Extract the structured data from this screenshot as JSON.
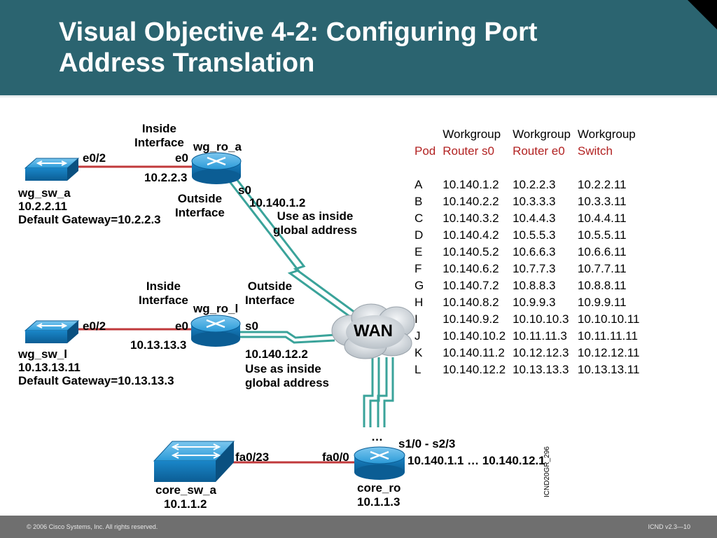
{
  "slide": {
    "title_line1": "Visual Objective 4-2: Configuring Port",
    "title_line2": "Address Translation"
  },
  "topology": {
    "top": {
      "inside_interface": [
        "Inside",
        "Interface"
      ],
      "router_name": "wg_ro_a",
      "e0_label": "e0",
      "router_ip": "10.2.2.3",
      "switch_port": "e0/2",
      "switch_name": "wg_sw_a",
      "switch_ip": "10.2.2.11",
      "switch_gateway": "Default Gateway=10.2.2.3",
      "outside_interface": [
        "Outside",
        "Interface"
      ],
      "s0_label": "s0",
      "s0_ip": "10.140.1.2",
      "use_as": [
        "Use as inside",
        "global address"
      ]
    },
    "middle": {
      "inside_interface": [
        "Inside",
        "Interface"
      ],
      "outside_interface": [
        "Outside",
        "Interface"
      ],
      "router_name": "wg_ro_l",
      "e0_label": "e0",
      "s0_label": "s0",
      "router_ip": "10.13.13.3",
      "switch_port": "e0/2",
      "switch_name": "wg_sw_l",
      "switch_ip": "10.13.13.11",
      "switch_gateway": "Default Gateway=10.13.13.3",
      "s0_ip": "10.140.12.2",
      "use_as": [
        "Use as inside",
        "global address"
      ]
    },
    "wan_label": "WAN",
    "ellipsis": "…",
    "core": {
      "serial_range": "s1/0 - s2/3",
      "ip_range": "10.140.1.1 … 10.140.12.1",
      "router_port": "fa0/0",
      "router_name": "core_ro",
      "router_ip": "10.1.1.3",
      "switch_port": "fa0/23",
      "switch_name": "core_sw_a",
      "switch_ip": "10.1.1.2"
    },
    "side_code": "ICND20GR_296"
  },
  "pod_table": {
    "header_top": [
      "",
      "Workgroup",
      "Workgroup",
      "Workgroup"
    ],
    "header_bottom": [
      "Pod",
      "Router s0",
      "Router e0",
      "Switch"
    ],
    "rows": [
      [
        "A",
        "10.140.1.2",
        "10.2.2.3",
        "10.2.2.11"
      ],
      [
        "B",
        "10.140.2.2",
        "10.3.3.3",
        "10.3.3.11"
      ],
      [
        "C",
        "10.140.3.2",
        "10.4.4.3",
        "10.4.4.11"
      ],
      [
        "D",
        "10.140.4.2",
        "10.5.5.3",
        "10.5.5.11"
      ],
      [
        "E",
        "10.140.5.2",
        "10.6.6.3",
        "10.6.6.11"
      ],
      [
        "F",
        "10.140.6.2",
        "10.7.7.3",
        "10.7.7.11"
      ],
      [
        "G",
        "10.140.7.2",
        "10.8.8.3",
        "10.8.8.11"
      ],
      [
        "H",
        "10.140.8.2",
        "10.9.9.3",
        "10.9.9.11"
      ],
      [
        "I",
        "10.140.9.2",
        "10.10.10.3",
        "10.10.10.11"
      ],
      [
        "J",
        "10.140.10.2",
        "10.11.11.3",
        "10.11.11.11"
      ],
      [
        "K",
        "10.140.11.2",
        "10.12.12.3",
        "10.12.12.11"
      ],
      [
        "L",
        "10.140.12.2",
        "10.13.13.3",
        "10.13.13.11"
      ]
    ]
  },
  "footer": {
    "copyright": "© 2006 Cisco Systems, Inc. All rights reserved.",
    "course": "ICND v2.3—10"
  },
  "colors": {
    "header_bg": "#2b6470",
    "ethernet_link": "#c0393b",
    "serial_link": "#3aa39a",
    "device_blue": "#1f8fd0",
    "header_accent": "#b22222",
    "footer_bg": "#6f6f6f"
  }
}
